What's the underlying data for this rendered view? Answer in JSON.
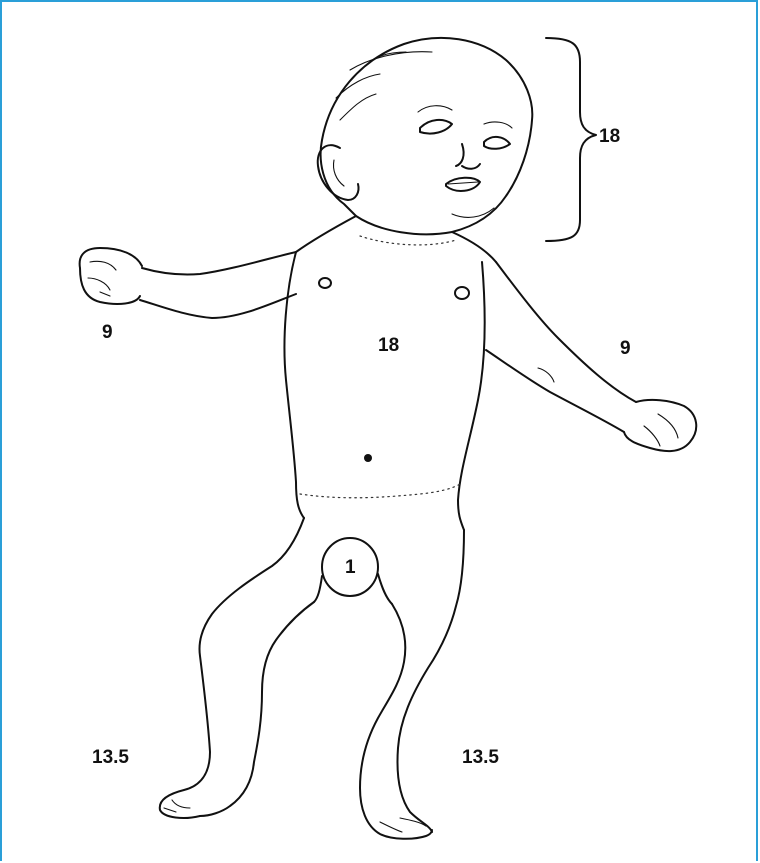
{
  "frame_color": "#2a9fd8",
  "labels": {
    "head": "18",
    "left_arm": "9",
    "right_arm": "9",
    "trunk": "18",
    "genitalia": "1",
    "left_leg": "13.5",
    "right_leg": "13.5"
  }
}
